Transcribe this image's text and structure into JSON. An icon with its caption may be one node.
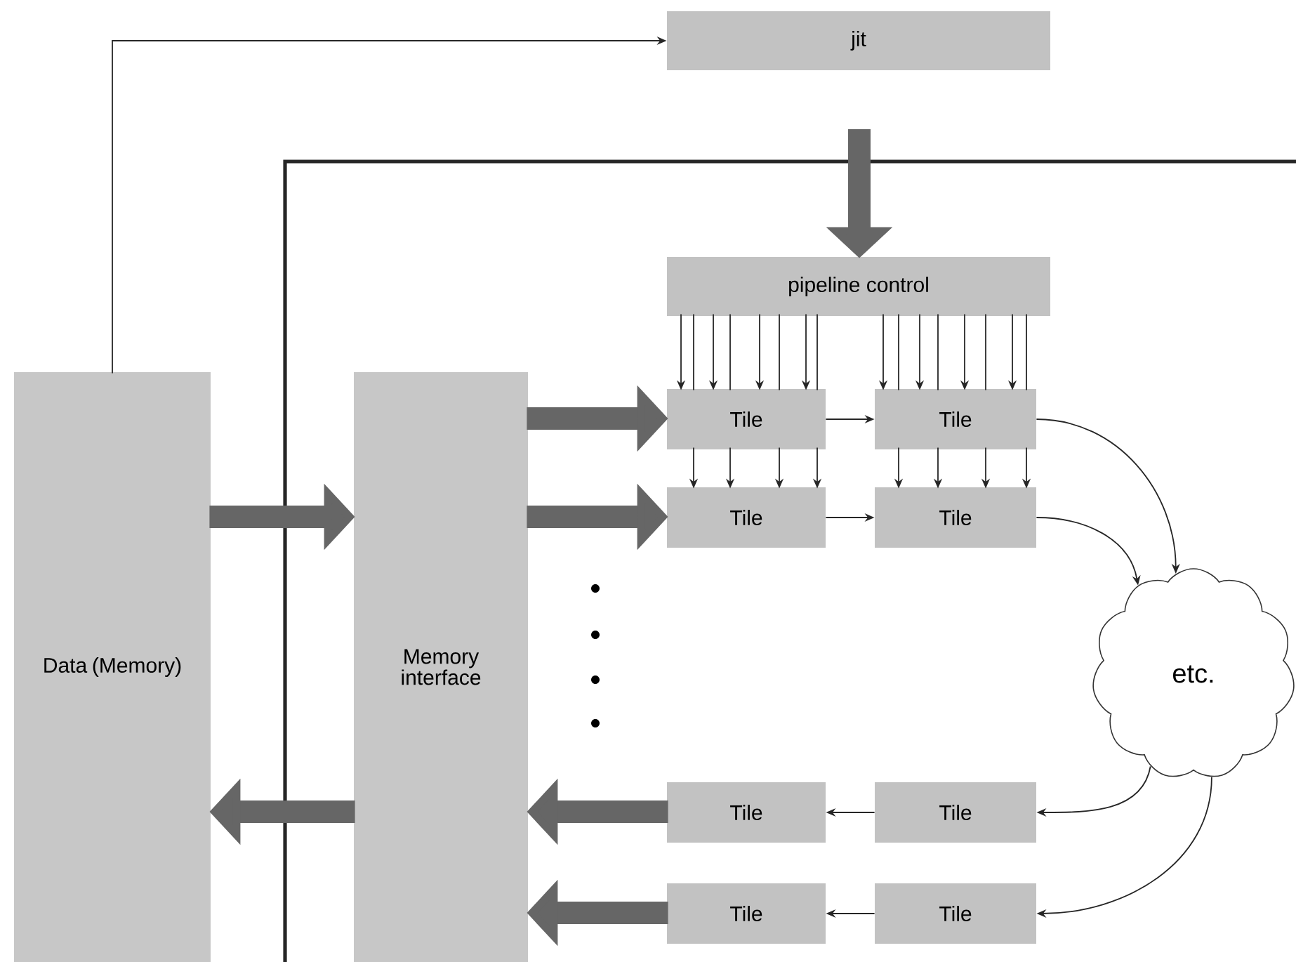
{
  "diagram": {
    "nodes": [
      {
        "text": [
          "jit"
        ]
      },
      {
        "text": [
          "pipeline control"
        ]
      },
      {
        "text": [
          "Data (Memory)"
        ]
      },
      {
        "text": [
          "Memory interface"
        ]
      },
      {
        "text": [
          "Tile"
        ]
      },
      {
        "text": [
          "Tile"
        ]
      },
      {
        "text": [
          "Tile"
        ]
      },
      {
        "text": [
          "Tile"
        ]
      },
      {
        "text": [
          "etc."
        ]
      },
      {
        "text": [
          "Tile"
        ]
      },
      {
        "text": [
          "Tile"
        ]
      },
      {
        "text": [
          "Tile"
        ]
      },
      {
        "text": [
          "Tile"
        ]
      }
    ],
    "edges": [
      {
        "from": 2,
        "to": 0,
        "arrow": "to"
      },
      {
        "from": null,
        "to": 1,
        "arrow": "to",
        "style": "thick"
      },
      {
        "from": 2,
        "to": 3,
        "arrow": "to",
        "style": "thick"
      },
      {
        "from": 3,
        "to": 2,
        "arrow": "to",
        "style": "thick"
      },
      {
        "from": 3,
        "to": 4,
        "arrow": "to",
        "style": "thick"
      },
      {
        "from": 3,
        "to": 6,
        "arrow": "to",
        "style": "thick"
      },
      {
        "from": 9,
        "to": 3,
        "arrow": "to",
        "style": "thick"
      },
      {
        "from": 11,
        "to": 3,
        "arrow": "to",
        "style": "thick"
      },
      {
        "from": 4,
        "to": 5,
        "arrow": "to"
      },
      {
        "from": 6,
        "to": 7,
        "arrow": "to"
      },
      {
        "from": 10,
        "to": 9,
        "arrow": "to"
      },
      {
        "from": 12,
        "to": 11,
        "arrow": "to"
      },
      {
        "from": 5,
        "to": 8,
        "arrow": "to"
      },
      {
        "from": 7,
        "to": 8,
        "arrow": "to"
      },
      {
        "from": 8,
        "to": 10,
        "arrow": "to"
      },
      {
        "from": 8,
        "to": 12,
        "arrow": "to"
      },
      {
        "from": 1,
        "to": 4,
        "arrow": "to"
      },
      {
        "from": 1,
        "to": 4,
        "arrow": "to"
      },
      {
        "from": 1,
        "to": 4,
        "arrow": "to"
      },
      {
        "from": 1,
        "to": 4,
        "arrow": "to"
      },
      {
        "from": 1,
        "to": 4,
        "arrow": "none"
      },
      {
        "from": 1,
        "to": 4,
        "arrow": "none"
      },
      {
        "from": 1,
        "to": 4,
        "arrow": "none"
      },
      {
        "from": 1,
        "to": 4,
        "arrow": "none"
      },
      {
        "from": 1,
        "to": 5,
        "arrow": "to"
      },
      {
        "from": 1,
        "to": 5,
        "arrow": "to"
      },
      {
        "from": 1,
        "to": 5,
        "arrow": "to"
      },
      {
        "from": 1,
        "to": 5,
        "arrow": "to"
      },
      {
        "from": 1,
        "to": 5,
        "arrow": "none"
      },
      {
        "from": 1,
        "to": 5,
        "arrow": "none"
      },
      {
        "from": 1,
        "to": 5,
        "arrow": "none"
      },
      {
        "from": 1,
        "to": 5,
        "arrow": "none"
      },
      {
        "from": 4,
        "to": 6,
        "arrow": "to"
      },
      {
        "from": 4,
        "to": 6,
        "arrow": "to"
      },
      {
        "from": 4,
        "to": 6,
        "arrow": "to"
      },
      {
        "from": 4,
        "to": 6,
        "arrow": "to"
      },
      {
        "from": 5,
        "to": 7,
        "arrow": "to"
      },
      {
        "from": 5,
        "to": 7,
        "arrow": "to"
      },
      {
        "from": 5,
        "to": 7,
        "arrow": "to"
      },
      {
        "from": 5,
        "to": 7,
        "arrow": "to"
      }
    ]
  }
}
